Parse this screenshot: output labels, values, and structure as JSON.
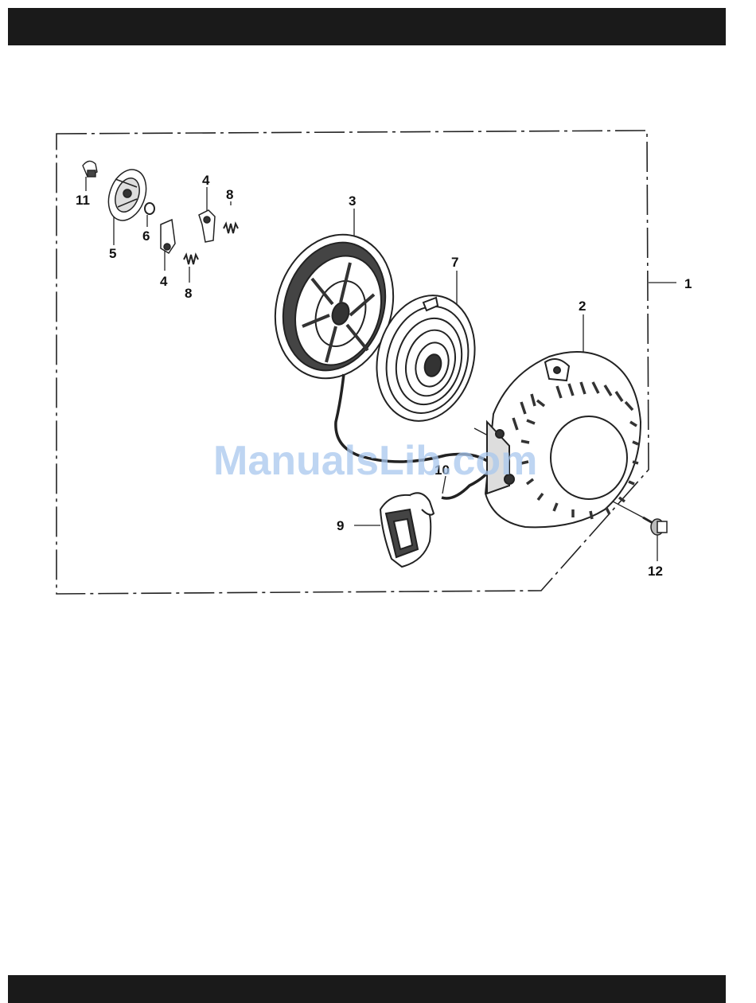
{
  "watermark": "ManualsLib.com",
  "callouts": {
    "c1": "1",
    "c2": "2",
    "c3": "3",
    "c4a": "4",
    "c4b": "4",
    "c5": "5",
    "c6": "6",
    "c7": "7",
    "c8a": "8",
    "c8b": "8",
    "c9": "9",
    "c10": "10",
    "c11": "11",
    "c12": "12"
  },
  "parts": [
    {
      "callout": "1",
      "name": "recoil-starter-assembly"
    },
    {
      "callout": "2",
      "name": "starter-case"
    },
    {
      "callout": "3",
      "name": "starter-reel"
    },
    {
      "callout": "4",
      "name": "ratchet-pawl"
    },
    {
      "callout": "5",
      "name": "ratchet-guide"
    },
    {
      "callout": "6",
      "name": "washer"
    },
    {
      "callout": "7",
      "name": "recoil-spring"
    },
    {
      "callout": "8",
      "name": "pawl-spring"
    },
    {
      "callout": "9",
      "name": "starter-grip"
    },
    {
      "callout": "10",
      "name": "starter-rope"
    },
    {
      "callout": "11",
      "name": "center-screw"
    },
    {
      "callout": "12",
      "name": "flange-bolt"
    }
  ]
}
